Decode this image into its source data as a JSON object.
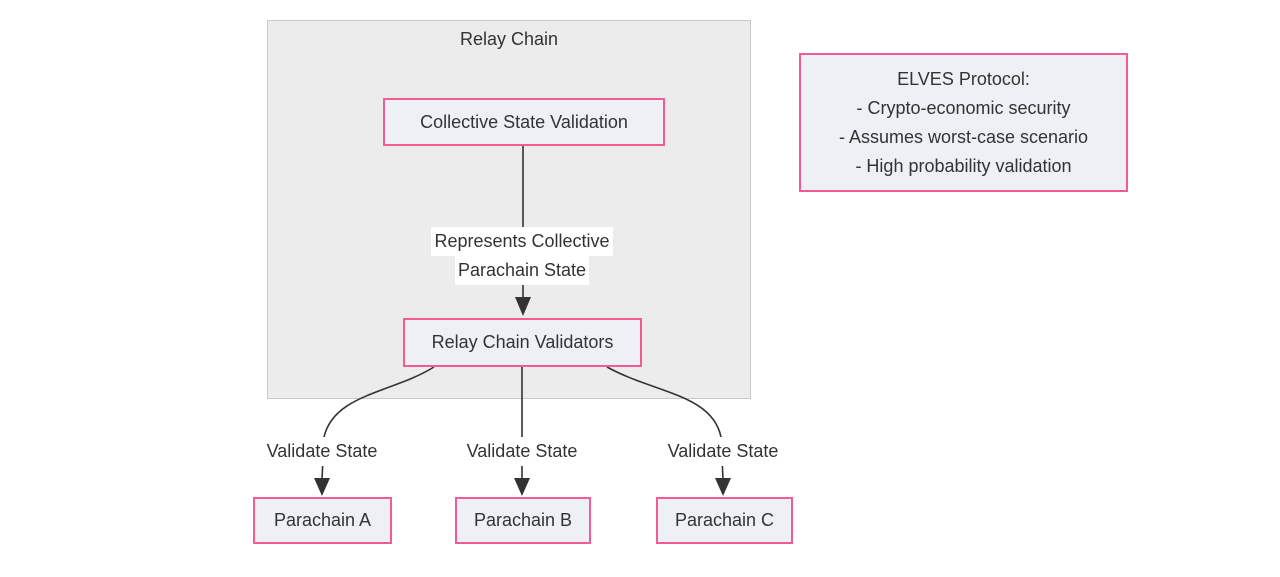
{
  "diagram": {
    "container_title": "Relay Chain",
    "nodes": {
      "collective": "Collective State Validation",
      "validators": "Relay Chain Validators",
      "parachain_a": "Parachain A",
      "parachain_b": "Parachain B",
      "parachain_c": "Parachain C"
    },
    "edge_labels": {
      "represents_line1": "Represents Collective",
      "represents_line2": "Parachain State",
      "validate_a": "Validate State",
      "validate_b": "Validate State",
      "validate_c": "Validate State"
    },
    "note": {
      "title": "ELVES Protocol:",
      "items": [
        "- Crypto-economic security",
        "- Assumes worst-case scenario",
        "- High probability validation"
      ]
    },
    "colors": {
      "node_border": "#f25c93",
      "node_fill": "#eef0f6",
      "container_fill": "#ececec",
      "container_border": "#c9c9c9",
      "edge": "#333333",
      "text": "#333333"
    }
  }
}
